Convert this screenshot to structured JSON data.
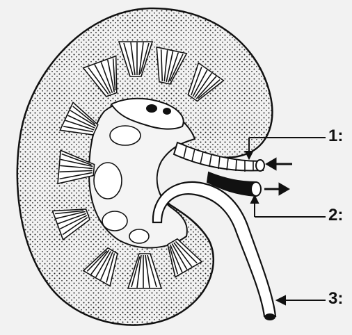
{
  "labels": [
    {
      "text": "1:",
      "target": "renal-artery"
    },
    {
      "text": "2:",
      "target": "renal-vein"
    },
    {
      "text": "3:",
      "target": "ureter"
    }
  ]
}
